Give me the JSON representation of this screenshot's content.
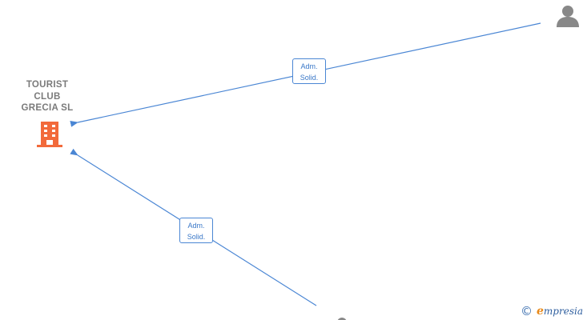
{
  "company": {
    "name_lines": [
      "TOURIST",
      "CLUB",
      "GRECIA  SL"
    ],
    "icon": "building-icon",
    "color": "#f26a3b"
  },
  "people": [
    {
      "icon": "person-icon",
      "color": "#888888"
    },
    {
      "icon": "person-icon",
      "color": "#888888"
    }
  ],
  "relations": [
    {
      "label_line1": "Adm.",
      "label_line2": "Solid."
    },
    {
      "label_line1": "Adm.",
      "label_line2": "Solid."
    }
  ],
  "colors": {
    "edge": "#4a86d4"
  },
  "footer": {
    "copyright_symbol": "©",
    "brand_initial": "e",
    "brand_rest": "mpresia"
  }
}
